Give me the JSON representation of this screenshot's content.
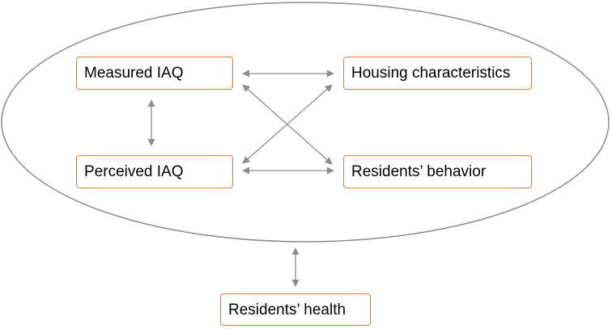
{
  "diagram": {
    "nodes": {
      "measured_iaq": "Measured IAQ",
      "housing_characteristics": "Housing characteristics",
      "perceived_iaq": "Perceived IAQ",
      "residents_behavior": "Residents’ behavior",
      "residents_health": "Residents’ health"
    },
    "relations": [
      {
        "from": "Measured IAQ",
        "to": "Housing characteristics",
        "type": "bidirectional"
      },
      {
        "from": "Measured IAQ",
        "to": "Perceived IAQ",
        "type": "bidirectional"
      },
      {
        "from": "Perceived IAQ",
        "to": "Residents’ behavior",
        "type": "bidirectional"
      },
      {
        "from": "Measured IAQ",
        "to": "Residents’ behavior",
        "type": "bidirectional"
      },
      {
        "from": "Perceived IAQ",
        "to": "Housing characteristics",
        "type": "bidirectional"
      },
      {
        "from": "enclosed group",
        "to": "Residents’ health",
        "type": "bidirectional"
      }
    ],
    "colors": {
      "box_border": "#d9803f",
      "arrow": "#8c8c8c",
      "ellipse": "#8c8c8c",
      "text": "#000000"
    }
  }
}
